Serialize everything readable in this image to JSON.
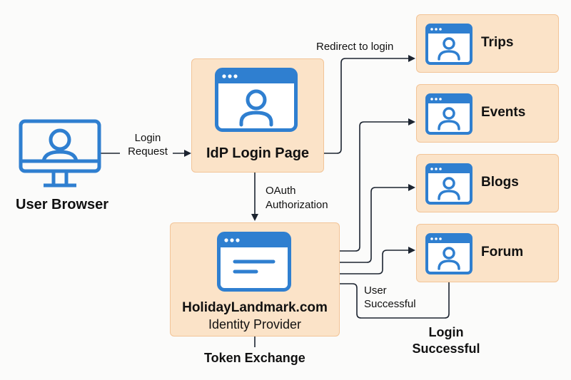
{
  "diagram": {
    "colors": {
      "box_fill": "#fbe3c8",
      "box_border": "#f2c497",
      "icon_blue": "#2f7fd0",
      "line": "#1c2430"
    },
    "nodes": {
      "user_browser": {
        "label": "User Browser",
        "icon": "monitor-user-icon"
      },
      "idp_login": {
        "label": "IdP Login Page",
        "icon": "browser-user-icon"
      },
      "identity_provider": {
        "title": "HolidayLandmark.com",
        "subtitle": "Identity Provider",
        "icon": "browser-text-icon"
      },
      "apps": [
        {
          "label": "Trips",
          "icon": "browser-user-icon"
        },
        {
          "label": "Events",
          "icon": "browser-user-icon"
        },
        {
          "label": "Blogs",
          "icon": "browser-user-icon"
        },
        {
          "label": "Forum",
          "icon": "browser-user-icon"
        }
      ]
    },
    "edges": {
      "login_request": {
        "line1": "Login",
        "line2": "Request"
      },
      "redirect": {
        "label": "Redirect to login"
      },
      "oauth": {
        "line1": "OAuth",
        "line2": "Authorization"
      },
      "user_successful": {
        "line1": "User",
        "line2": "Successful"
      },
      "login_successful": {
        "line1": "Login",
        "line2": "Successful"
      },
      "token_exchange": {
        "label": "Token Exchange"
      }
    }
  }
}
